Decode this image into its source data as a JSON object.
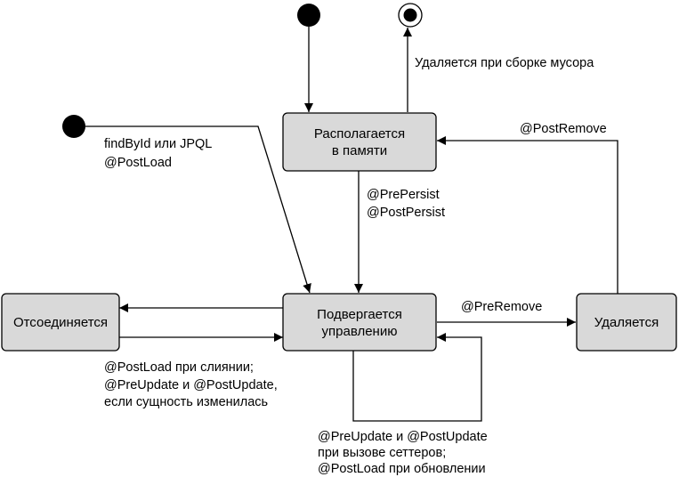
{
  "states": {
    "in_memory": {
      "lines": [
        "Располагается",
        "в памяти"
      ]
    },
    "managed": {
      "lines": [
        "Подвергается",
        "управлению"
      ]
    },
    "detached": {
      "lines": [
        "Отсоединяется"
      ]
    },
    "removed": {
      "lines": [
        "Удаляется"
      ]
    }
  },
  "pseudostates": {
    "initial_top": "initial",
    "initial_left": "initial",
    "final": "final"
  },
  "transitions": {
    "to_final": [
      "Удаляется при сборке мусора"
    ],
    "find_to_managed": [
      "findById или JPQL",
      "@PostLoad"
    ],
    "persist": [
      "@PrePersist",
      "@PostPersist"
    ],
    "remove": [
      "@PreRemove"
    ],
    "post_remove": [
      "@PostRemove"
    ],
    "detached_to_managed": [
      "@PostLoad при слиянии;",
      "@PreUpdate и @PostUpdate,",
      "если сущность изменилась"
    ],
    "self_update": [
      "@PreUpdate и @PostUpdate",
      "при вызове сеттеров;",
      "@PostLoad при обновлении"
    ]
  },
  "colors": {
    "state_fill": "#d9d9d9",
    "stroke": "#000000",
    "background": "#ffffff"
  }
}
